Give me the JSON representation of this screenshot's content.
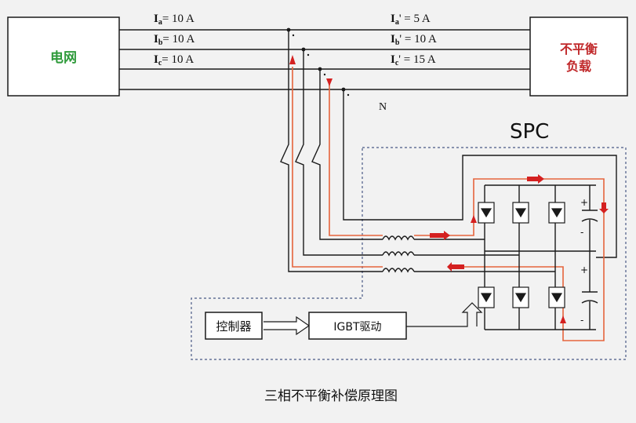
{
  "grid_box": {
    "label": "电网",
    "color": "#2e9a3a"
  },
  "load_box": {
    "line1": "不平衡",
    "line2": "负载",
    "color": "#c0282a"
  },
  "left_currents": [
    {
      "main": "I",
      "sub": "a",
      "value": "= 10 A"
    },
    {
      "main": "I",
      "sub": "b",
      "value": "= 10 A"
    },
    {
      "main": "I",
      "sub": "c",
      "value": "= 10 A"
    }
  ],
  "right_currents": [
    {
      "main": "I",
      "sub": "a",
      "value": "' =   5 A"
    },
    {
      "main": "I",
      "sub": "b",
      "value": "' = 10 A"
    },
    {
      "main": "I",
      "sub": "c",
      "value": "' = 15 A"
    }
  ],
  "neutral_label": "N",
  "spc_label": "SPC",
  "controller_label": "控制器",
  "igbt_driver_label": "IGBT驱动",
  "capacitor_plus": "+",
  "capacitor_minus": "-",
  "caption": "三相不平衡补偿原理图",
  "colors": {
    "wire": "#1a1a1a",
    "flow": "#e6643c",
    "arrow": "#d42020",
    "dash": "#4a5a86"
  }
}
